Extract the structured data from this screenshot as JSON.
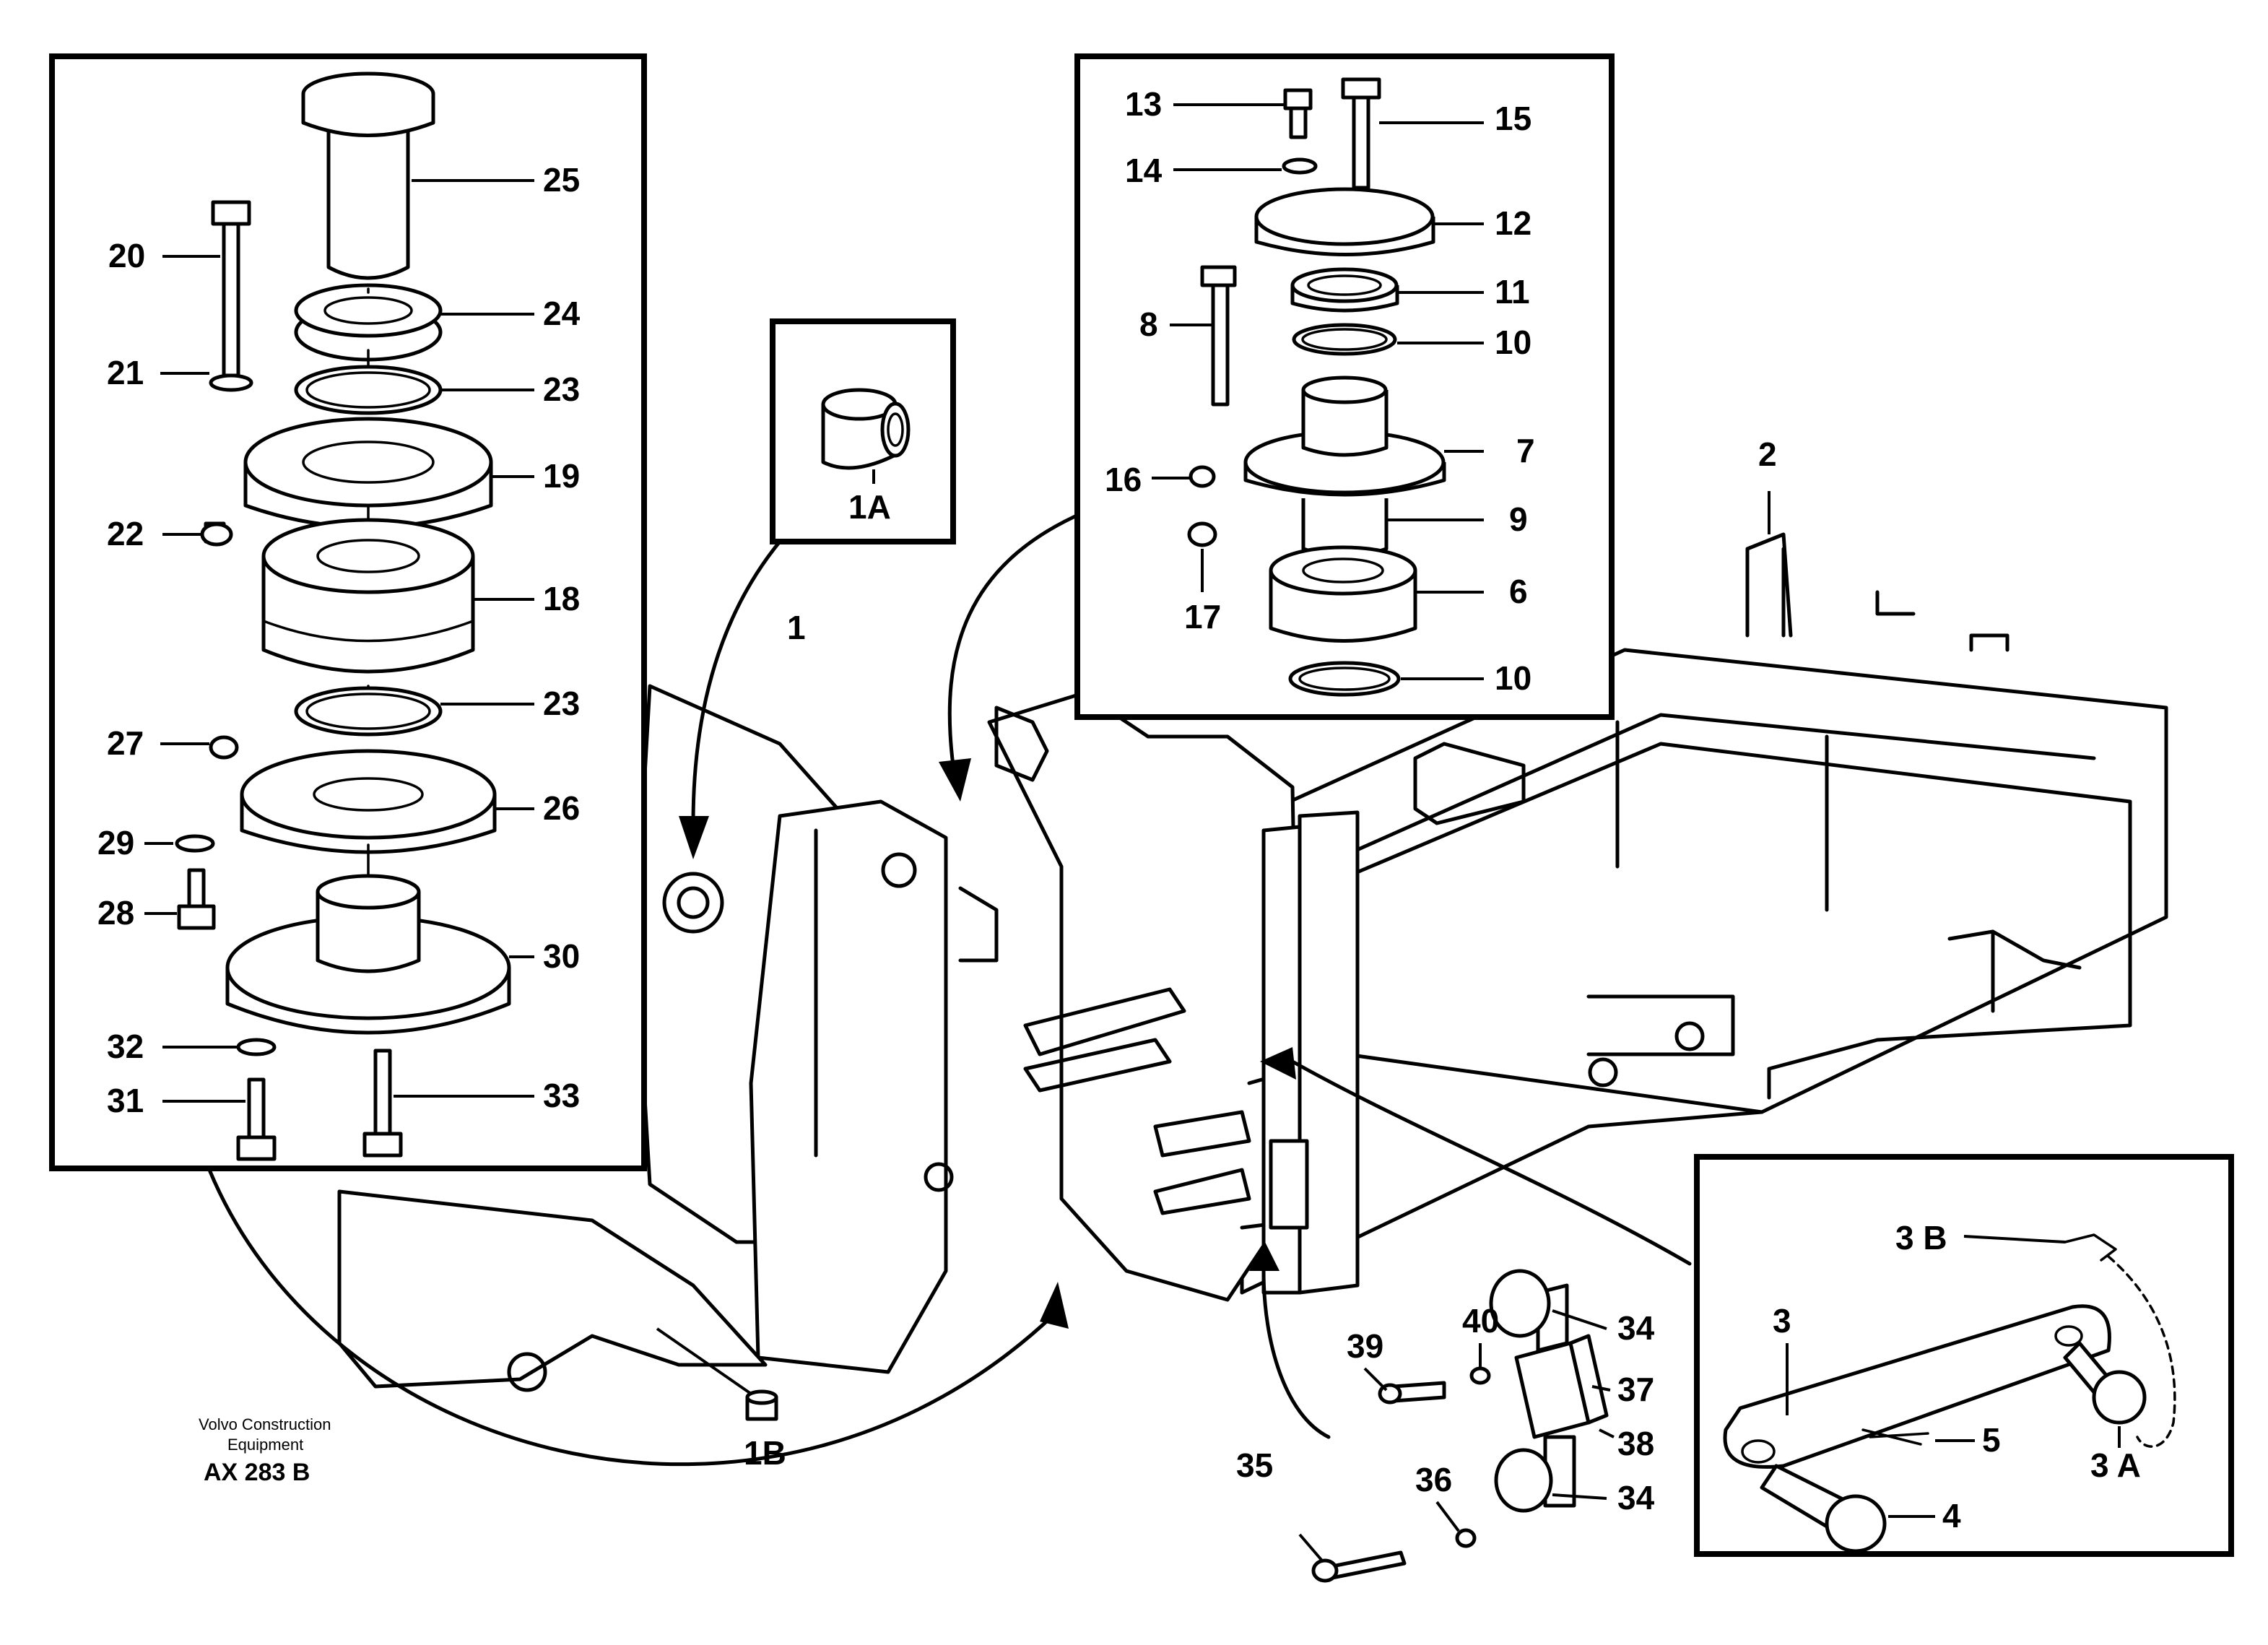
{
  "labels": [
    {
      "text": "25"
    },
    {
      "text": "20"
    },
    {
      "text": "24"
    },
    {
      "text": "21"
    },
    {
      "text": "23"
    },
    {
      "text": "19"
    },
    {
      "text": "22"
    },
    {
      "text": "18"
    },
    {
      "text": "23"
    },
    {
      "text": "27"
    },
    {
      "text": "26"
    },
    {
      "text": "29"
    },
    {
      "text": "28"
    },
    {
      "text": "30"
    },
    {
      "text": "32"
    },
    {
      "text": "31"
    },
    {
      "text": "33"
    },
    {
      "text": "1A"
    },
    {
      "text": "1"
    },
    {
      "text": "1B"
    },
    {
      "text": "13"
    },
    {
      "text": "15"
    },
    {
      "text": "14"
    },
    {
      "text": "12"
    },
    {
      "text": "11"
    },
    {
      "text": "8"
    },
    {
      "text": "10"
    },
    {
      "text": "7"
    },
    {
      "text": "16"
    },
    {
      "text": "9"
    },
    {
      "text": "17"
    },
    {
      "text": "6"
    },
    {
      "text": "10"
    },
    {
      "text": "2"
    },
    {
      "text": "3 B"
    },
    {
      "text": "3"
    },
    {
      "text": "5"
    },
    {
      "text": "4"
    },
    {
      "text": "3 A"
    },
    {
      "text": "39"
    },
    {
      "text": "40"
    },
    {
      "text": "34"
    },
    {
      "text": "37"
    },
    {
      "text": "38"
    },
    {
      "text": "36"
    },
    {
      "text": "35"
    },
    {
      "text": "34"
    }
  ],
  "footer": {
    "maker_line1": "Volvo Construction",
    "maker_line2": "Equipment",
    "code": "AX 283 B"
  }
}
